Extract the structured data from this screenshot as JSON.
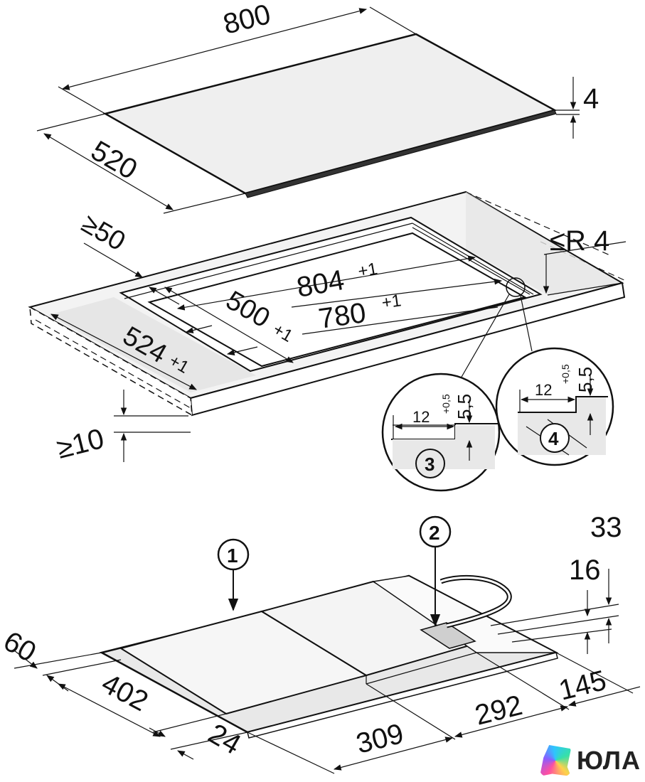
{
  "panel_top": {
    "width": "800",
    "depth": "520",
    "thickness": "4"
  },
  "panel_cutout": {
    "min_edge": "≥50",
    "radius": "≤R 4",
    "outer_length": "804",
    "outer_length_tol": "+1",
    "inner_length": "780",
    "inner_length_tol": "+1",
    "inner_depth": "500",
    "inner_depth_tol": "+1",
    "outer_depth": "524",
    "outer_depth_tol": "+1",
    "min_thickness": "≥10"
  },
  "detail_3": {
    "label": "3",
    "width": "12",
    "depth": "5,5",
    "tol": "+0,5"
  },
  "detail_4": {
    "label": "4",
    "width": "12",
    "depth": "5,5",
    "tol": "+0,5"
  },
  "panel_bottom": {
    "callout_1": "1",
    "callout_2": "2",
    "height_total": "33",
    "height_body": "16",
    "front_offset": "60",
    "dim_402": "402",
    "dim_24": "24",
    "dim_309": "309",
    "dim_292": "292",
    "dim_145": "145"
  },
  "brand": {
    "logo_text": "ЮЛА"
  }
}
